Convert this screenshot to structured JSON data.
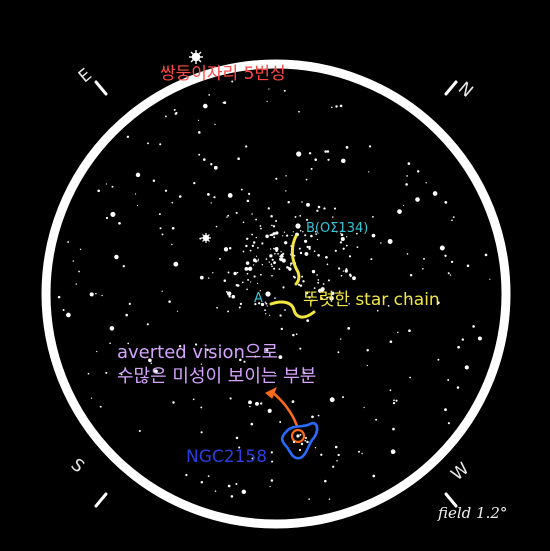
{
  "labels": {
    "star_name": "쌍둥이자리 5번성",
    "b_star": "B(OΣ134)",
    "a_star": "A",
    "star_chain": "뚜렷한 star chain",
    "averted_line1": "averted vision으로",
    "averted_line2": "수많은 미성이 보이는 부분",
    "cluster_name": "NGC2158",
    "field": "field 1.2°"
  },
  "directions": {
    "east": "E",
    "north": "N",
    "south": "S",
    "west": "W"
  },
  "colors": {
    "background": "#000000",
    "field_circle": "#ffffff",
    "star_name": "#ff4a4a",
    "ab_labels": "#37c6d6",
    "chain": "#f2e640",
    "averted": "#d6a4ff",
    "arrow": "#ff6a1a",
    "cluster_outline": "#2a6bff",
    "cluster_name": "#2a3fe0"
  }
}
